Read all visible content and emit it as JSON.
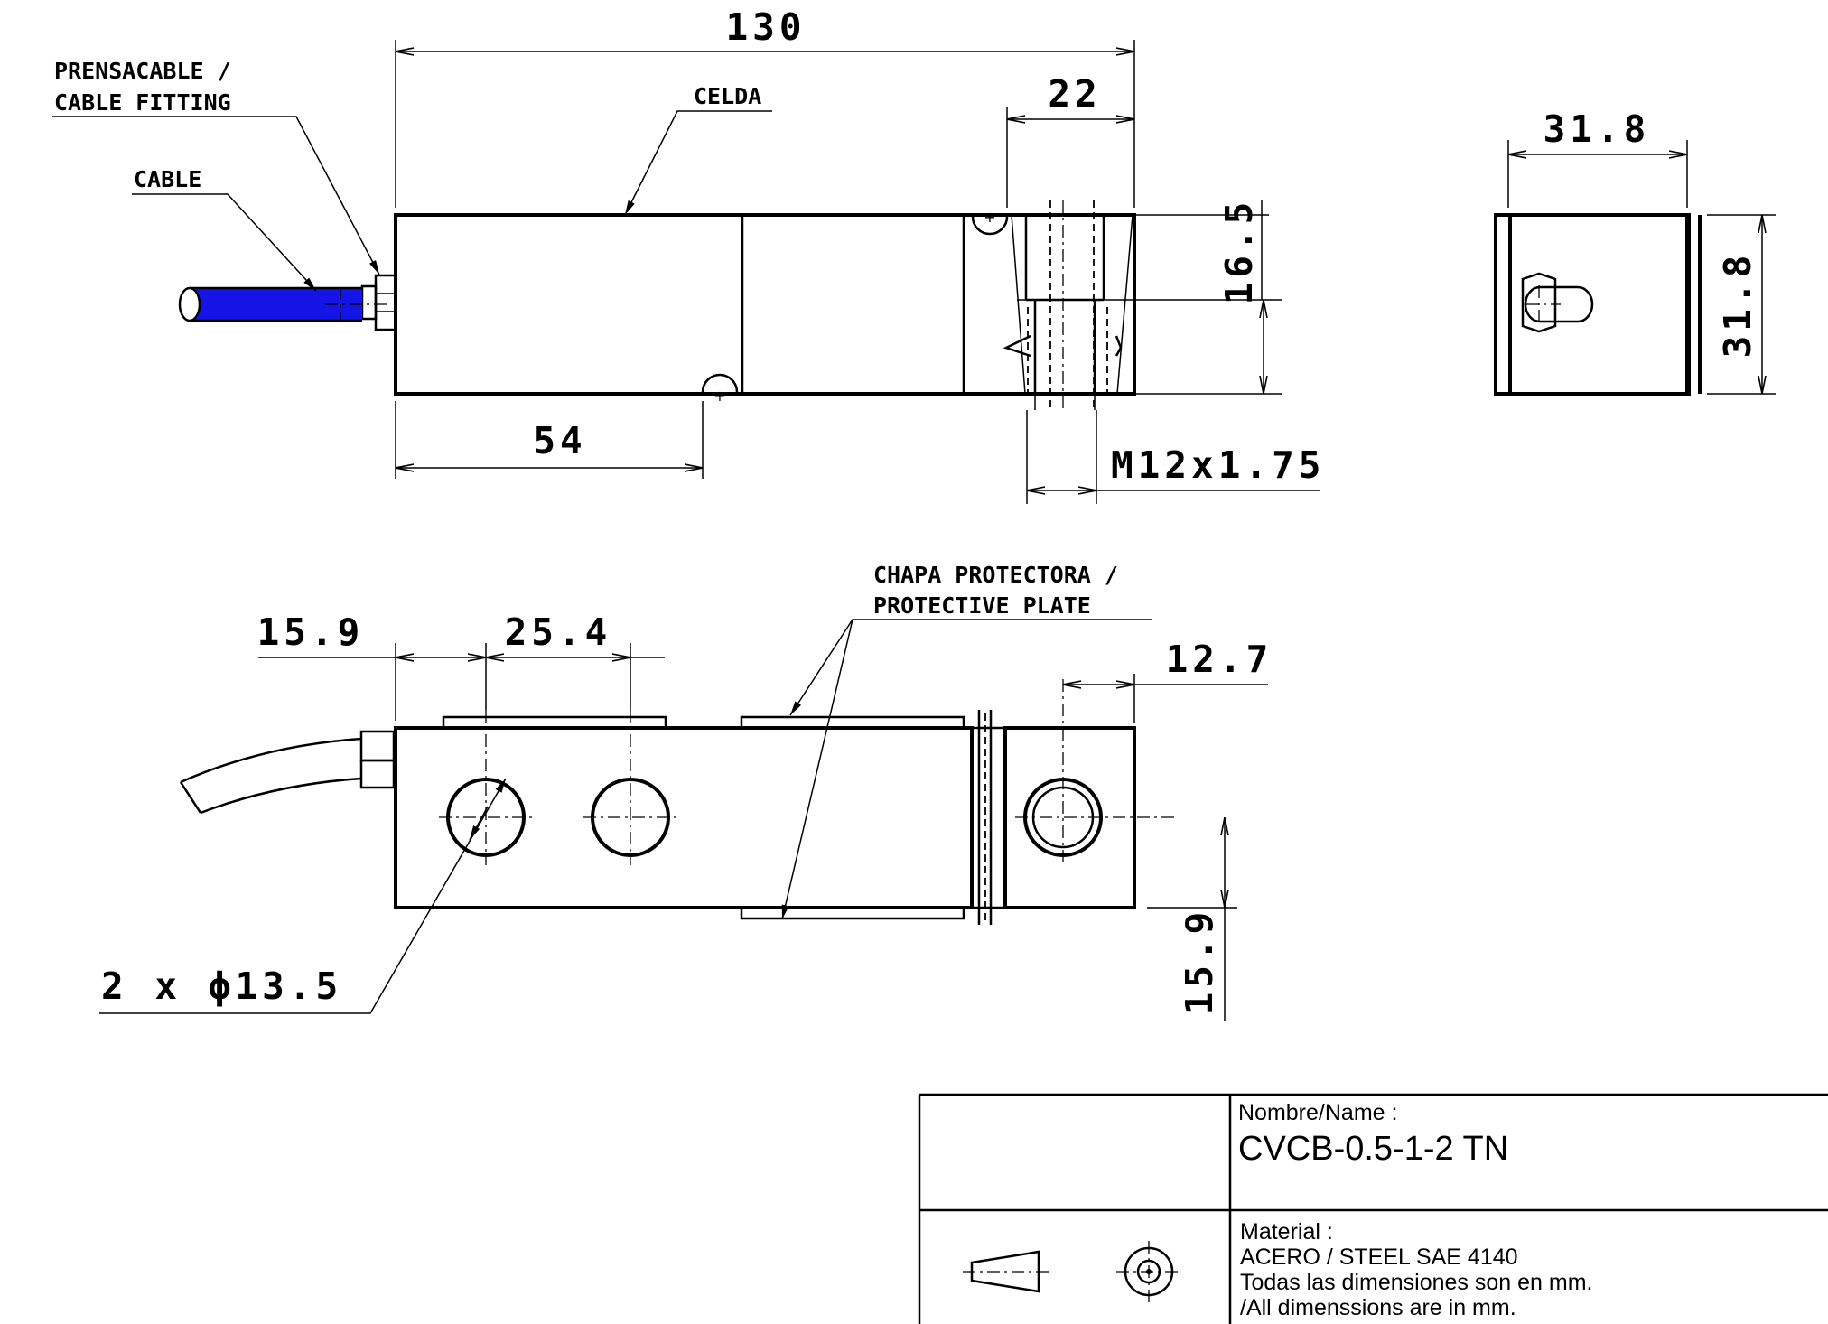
{
  "dimensions": {
    "length_total": "130",
    "end_length": "22",
    "side_width": "31.8",
    "side_height": "31.8",
    "height_half": "16.5",
    "gauge_pos": "54",
    "thread": "M12x1.75",
    "hole_first": "15.9",
    "hole_pitch": "25.4",
    "hole_end": "12.7",
    "hole_height": "15.9",
    "hole_spec": "2 x ϕ13.5"
  },
  "labels": {
    "cable_fitting_line1": "PRENSACABLE /",
    "cable_fitting_line2": "CABLE FITTING",
    "cable": "CABLE",
    "cell": "CELDA",
    "plate_line1": "CHAPA PROTECTORA /",
    "plate_line2": "PROTECTIVE PLATE"
  },
  "title_block": {
    "name_label": "Nombre/Name :",
    "name_value": "CVCB-0.5-1-2 TN",
    "material_label": "Material :",
    "material_value": "ACERO / STEEL SAE 4140",
    "note_line1": "Todas las dimensiones son en mm.",
    "note_line2": "/All dimenssions are in mm."
  },
  "colors": {
    "line": "#000000",
    "cable_fill": "#1414e6",
    "background": "#ffffff"
  }
}
